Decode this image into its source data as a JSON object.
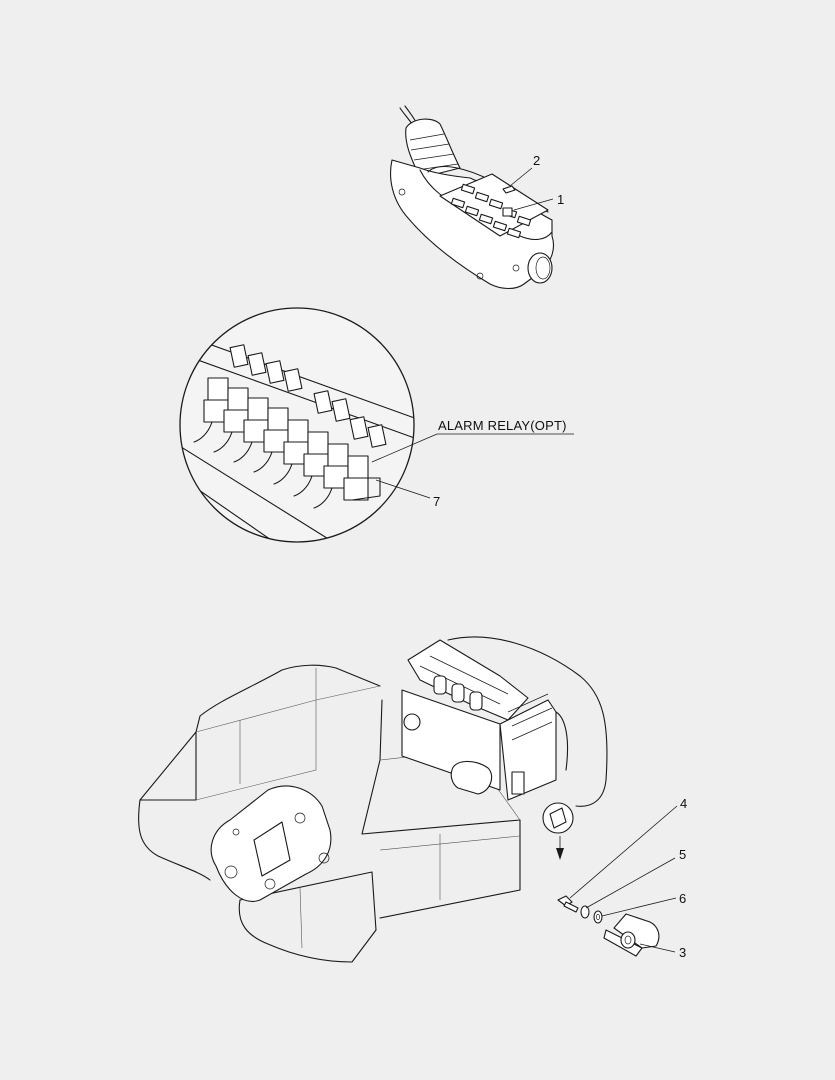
{
  "callouts": {
    "c1": "1",
    "c2": "2",
    "c3": "3",
    "c4": "4",
    "c5": "5",
    "c6": "6",
    "c7": "7"
  },
  "note": "ALARM RELAY(OPT)",
  "colors": {
    "background": "#efefef",
    "ink": "#1a1a1a"
  }
}
